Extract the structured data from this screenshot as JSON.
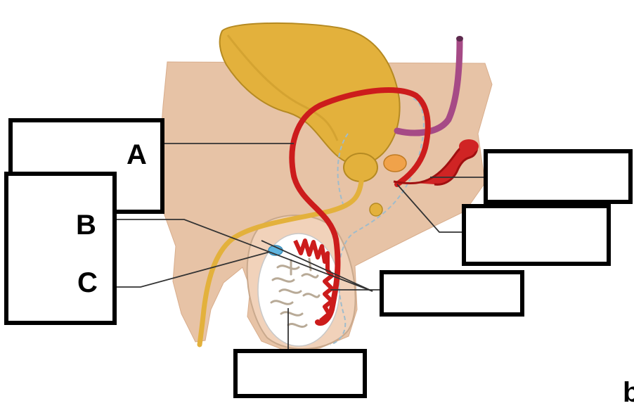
{
  "diagram": {
    "labels": {
      "a": "A",
      "b": "B",
      "c": "C",
      "corner": "b"
    },
    "colors": {
      "skin": "#e7c3a6",
      "organ": "#e3b13c",
      "organ_dark": "#a07818",
      "vessel": "#cc1c1c",
      "purple": "#a64a86",
      "duct_dashed": "#9fbccc",
      "blue_bump": "#5fb5e0",
      "testis_gray": "#b8aa97",
      "box_border": "#000000"
    }
  }
}
